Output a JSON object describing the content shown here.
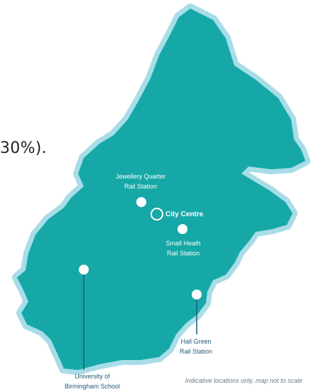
{
  "background_text": "30%).",
  "map": {
    "colors": {
      "outline": "#a8dde8",
      "fill": "#16a8a6",
      "marker": "#ffffff",
      "leader": "#1f5a78",
      "label_outside": "#1f5a78"
    },
    "markers": [
      {
        "id": "jewellery-quarter",
        "lines": [
          "Jewellery Quarter",
          "Rail Station"
        ]
      },
      {
        "id": "city-centre",
        "lines": [
          "City Centre"
        ]
      },
      {
        "id": "small-heath",
        "lines": [
          "Small Heath",
          "Rail Station"
        ]
      },
      {
        "id": "university",
        "lines": [
          "University of",
          "Birmingham School"
        ]
      },
      {
        "id": "hall-green",
        "lines": [
          "Hall Green",
          "Rail Station"
        ]
      }
    ],
    "disclaimer": "Indicative locations only, map not to scale"
  }
}
